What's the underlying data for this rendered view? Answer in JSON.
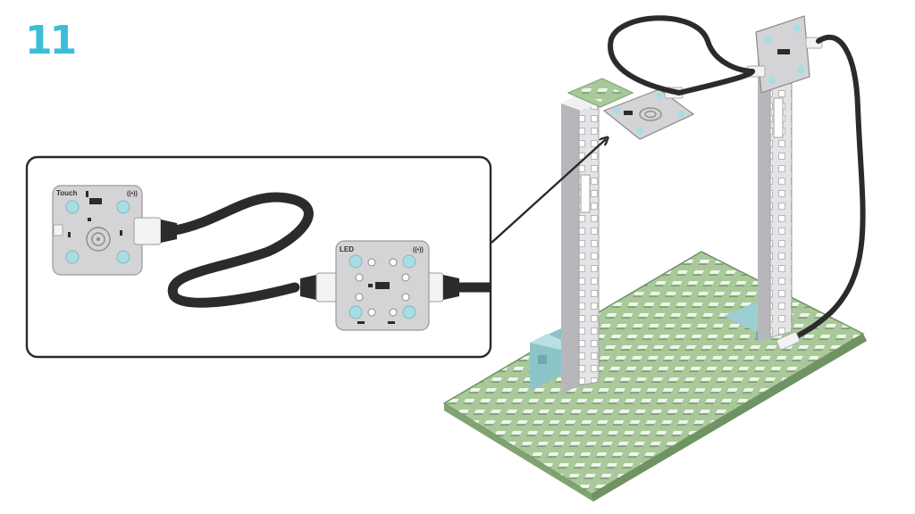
{
  "step": {
    "number": "11"
  },
  "modules": {
    "touch": {
      "label": "Touch"
    },
    "led": {
      "label": "LED"
    },
    "signal_glyph": "((•))"
  },
  "colors": {
    "step_number": "#3cbcd6",
    "base_plate": "#a9c99a",
    "base_plate_dark": "#7fa472",
    "pillar": "#e4e4e6",
    "pillar_dark": "#b7b7bb",
    "bracket": "#9ccfd4",
    "module_board": "#d4d4d6",
    "module_pad": "#a9dde3",
    "cable": "#2b2b2b",
    "plug": "#f3f3f3",
    "callout_border": "#2a2a2a"
  },
  "icons": [
    "touch-module-icon",
    "led-module-icon",
    "cable-icon",
    "arrow-icon",
    "base-plate-icon",
    "pillar-icon"
  ]
}
